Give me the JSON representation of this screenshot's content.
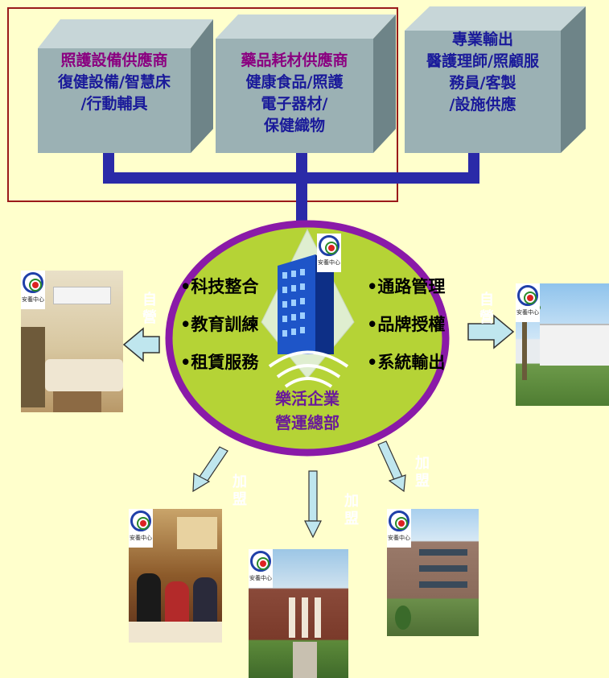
{
  "boxes": [
    {
      "title": "照護設備供應商",
      "lines": [
        "復健設備/智慧床",
        "/行動輔具"
      ]
    },
    {
      "title": "藥品耗材供應商",
      "lines": [
        "健康食品/照護",
        "電子器材/",
        "保健織物"
      ]
    },
    {
      "title": "專業輸出",
      "lines": [
        "醫護理師/照顧服",
        "務員/客製",
        "/設施供應"
      ]
    }
  ],
  "hub": {
    "left_items": [
      "•科技整合",
      "•教育訓練",
      "•租賃服務"
    ],
    "right_items": [
      "•通路管理",
      "•品牌授權",
      "•系統輸出"
    ],
    "name_lines": [
      "樂活企業",
      "營運總部"
    ]
  },
  "logo_text": "安養中心",
  "branch_labels": {
    "left": "自營",
    "right": "自營",
    "bottom_left": "加盟",
    "bottom_mid": "加盟",
    "bottom_right": "加盟"
  },
  "colors": {
    "background": "#ffffcc",
    "box_face": "#9bb1b4",
    "connector": "#2a2aa8",
    "hub_fill": "#b5d336",
    "hub_ring": "#8a1aa8",
    "arrow_fill": "#bfe6ee"
  }
}
